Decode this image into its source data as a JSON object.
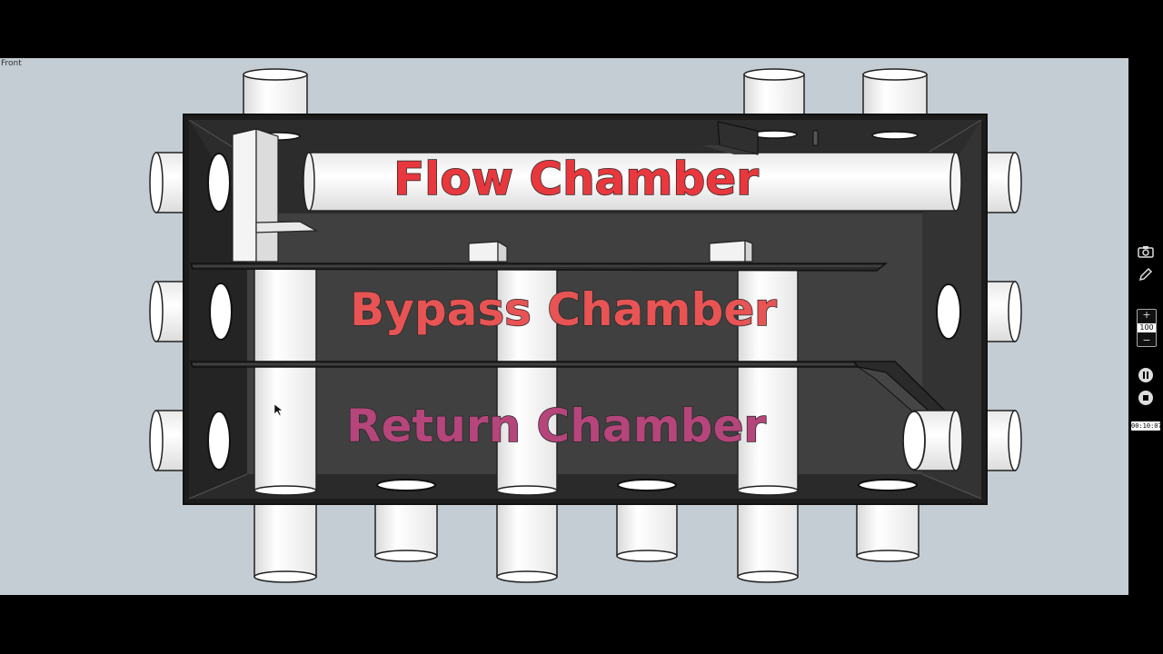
{
  "viewport": {
    "view_label": "Front",
    "background": "#c4cdd3"
  },
  "scene": {
    "labels": {
      "flow": "Flow Chamber",
      "bypass": "Bypass Chamber",
      "return": "Return Chamber"
    },
    "colors": {
      "flow": "#e8383d",
      "bypass": "#e85454",
      "return": "#b5457a",
      "box": "#3e3e3e",
      "box_rim": "#1c1c1c",
      "pipe": "#ffffff"
    }
  },
  "toolbar": {
    "camera_icon": "camera-icon",
    "pen_icon": "pen-icon",
    "zoom_in": "+",
    "zoom_level": "100",
    "zoom_out": "−",
    "pause_icon": "pause-icon",
    "stop_icon": "stop-icon",
    "timer": "00:10:07"
  }
}
